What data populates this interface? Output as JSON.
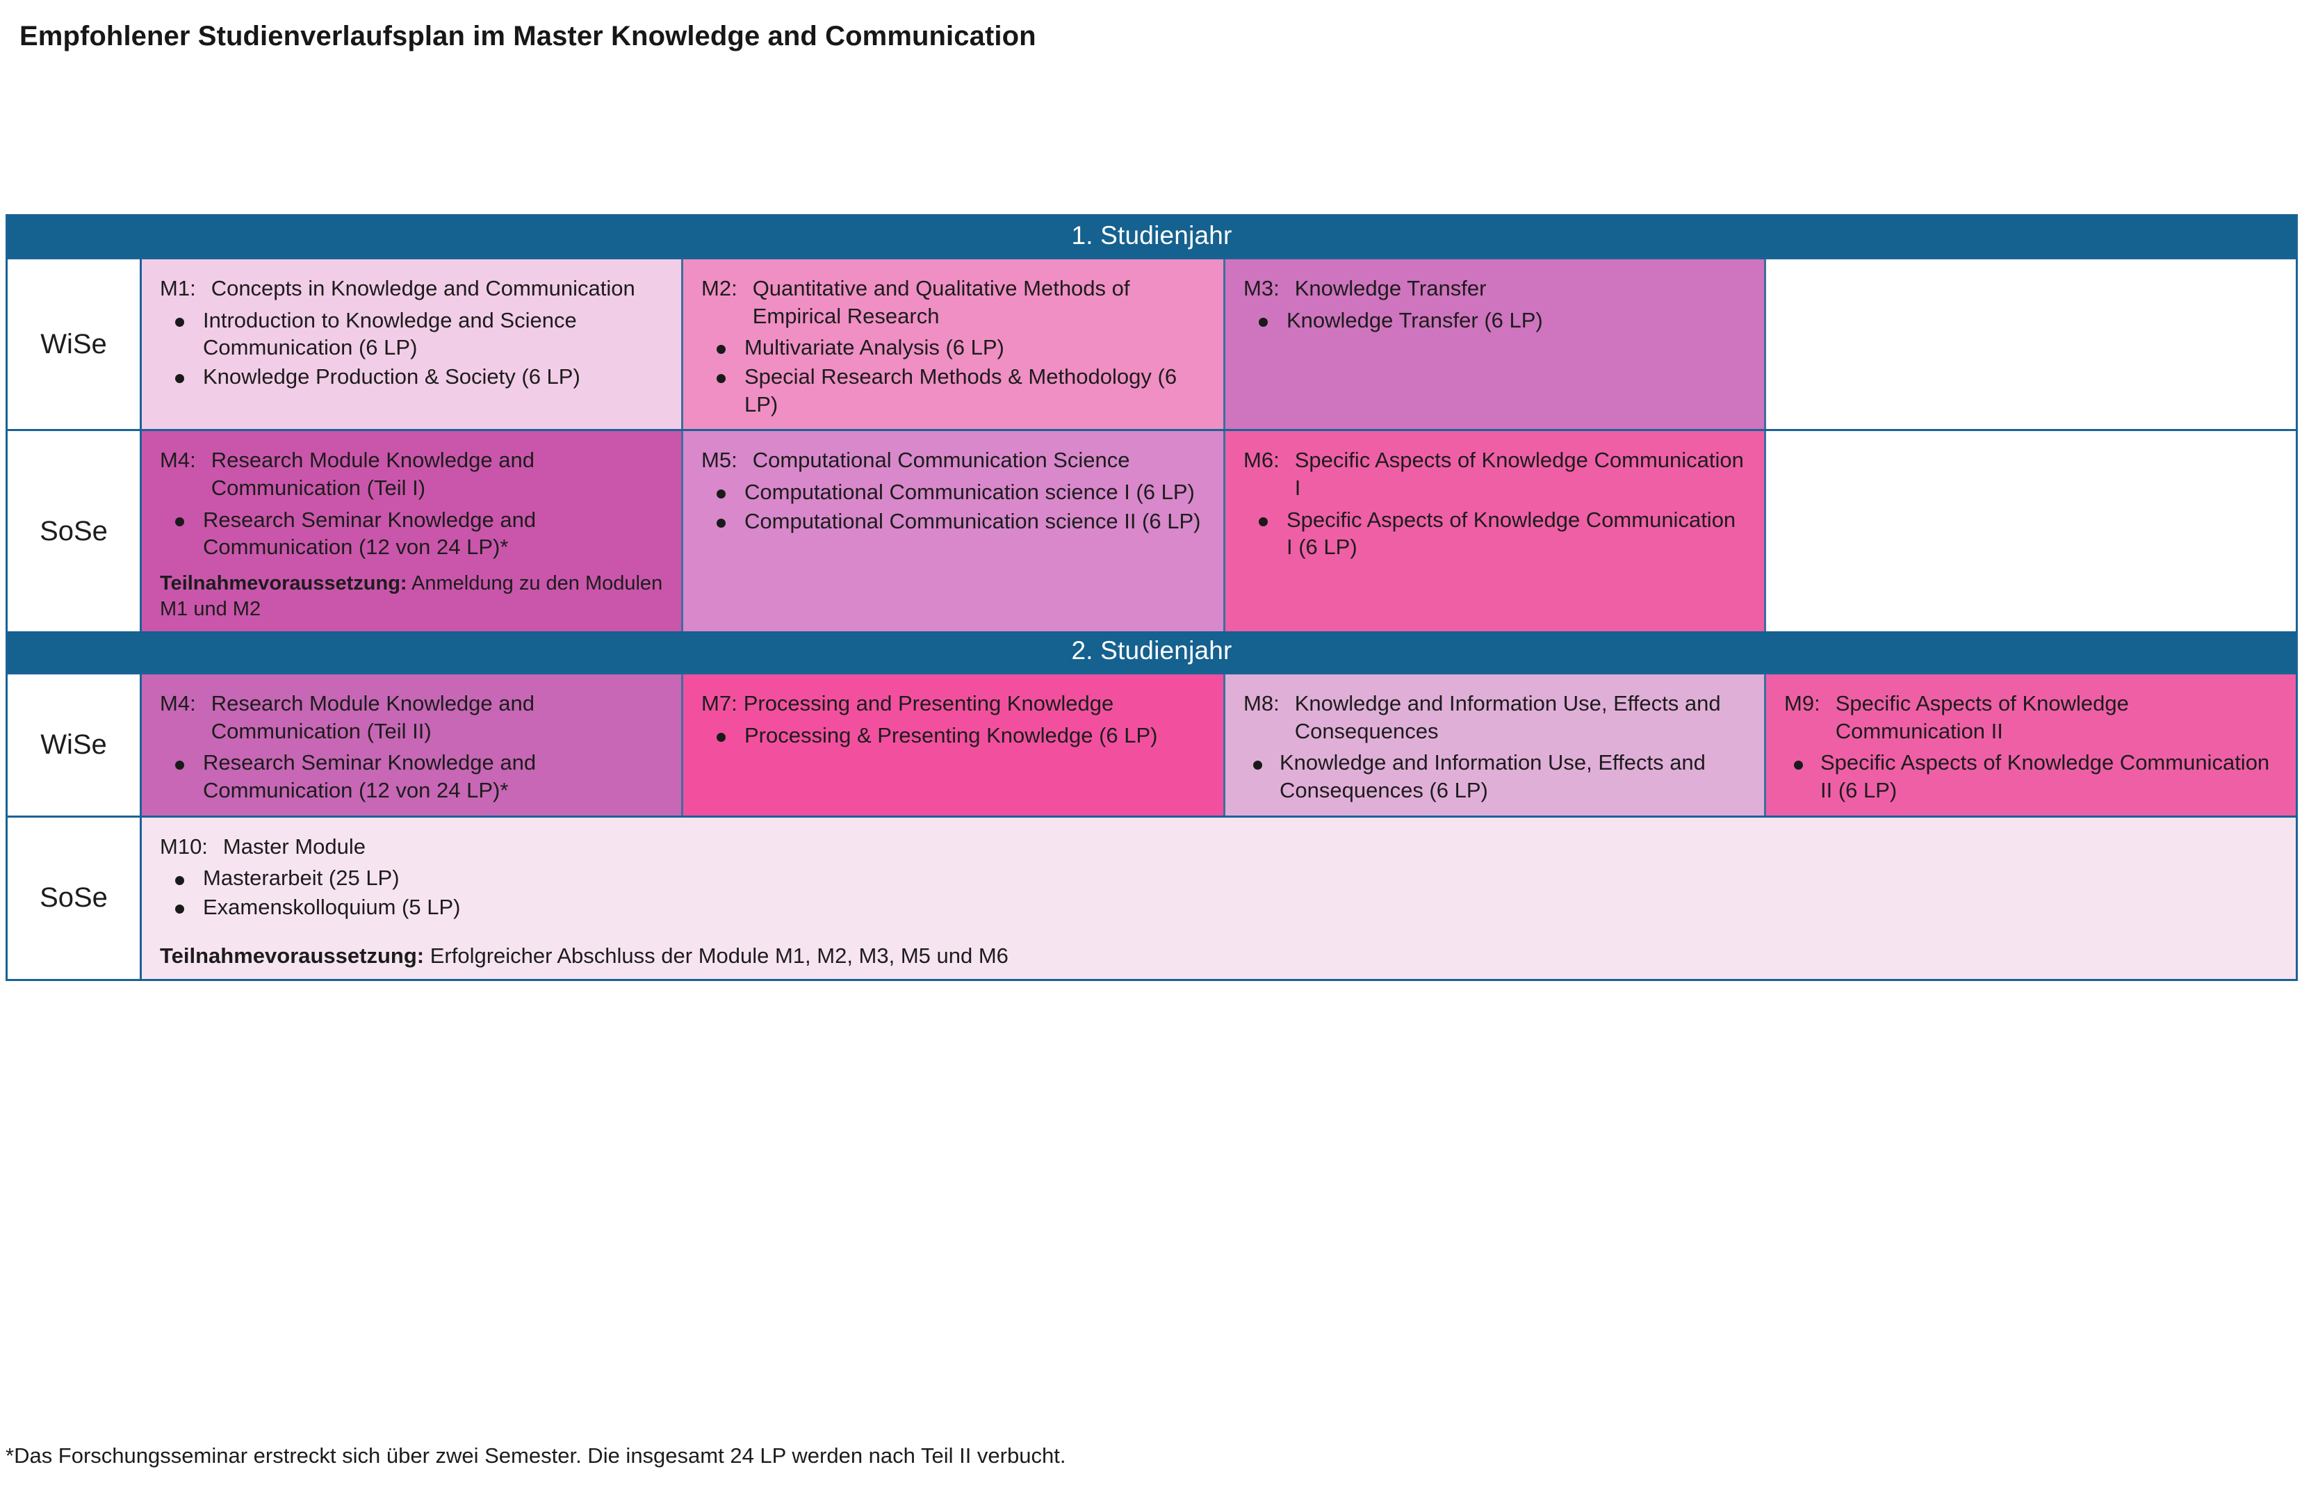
{
  "title": "Empfohlener Studienverlaufsplan im Master Knowledge and Communication",
  "colors": {
    "band_blue": "#15618f",
    "border_blue": "#1b6296",
    "cell_border": "#3d6f9e",
    "m1_bg": "#f2cde7",
    "m2_bg": "#f08fc4",
    "m3_bg": "#cf74be",
    "m4_bg": "#ca56ab",
    "m5_bg": "#d888cb",
    "m6_bg": "#ef5fa6",
    "m4b_bg": "#c767b5",
    "m7_bg": "#f2509f",
    "m8_bg": "#e0afd8",
    "m9_bg": "#ef5fa6",
    "m10_bg": "#f7e4f1"
  },
  "years": [
    {
      "band": "1. Studienjahr",
      "semesters": [
        {
          "label": "WiSe",
          "cells": [
            {
              "code": "M1:",
              "title": "Concepts in Knowledge and Communication",
              "bullets": [
                "Introduction to Knowledge and Science Communication (6 LP)",
                "Knowledge Production & Society (6 LP)"
              ],
              "note_bold": "",
              "note_rest": ""
            },
            {
              "code": "M2:",
              "title": "Quantitative and Qualitative Methods of Empirical Research",
              "bullets": [
                "Multivariate Analysis (6 LP)",
                "Special Research Methods & Methodology (6 LP)"
              ],
              "note_bold": "",
              "note_rest": ""
            },
            {
              "code": "M3:",
              "title": "Knowledge Transfer",
              "bullets": [
                "Knowledge Transfer  (6 LP)"
              ],
              "note_bold": "",
              "note_rest": ""
            },
            {
              "code": "",
              "title": "",
              "bullets": [],
              "note_bold": "",
              "note_rest": ""
            }
          ]
        },
        {
          "label": "SoSe",
          "cells": [
            {
              "code": "M4:",
              "title": "Research Module Knowledge and Communication (Teil I)",
              "bullets": [
                "Research Seminar Knowledge and Communication (12 von 24 LP)*"
              ],
              "note_bold": "Teilnahmevoraussetzung:",
              "note_rest": " Anmeldung zu den Modulen M1 und M2"
            },
            {
              "code": "M5:",
              "title": "Computational Communication Science",
              "bullets": [
                "Computational Communication science I (6 LP)",
                "Computational Communication science II (6 LP)"
              ],
              "note_bold": "",
              "note_rest": ""
            },
            {
              "code": "M6:",
              "title": "Specific Aspects of Knowledge Communication I",
              "bullets": [
                "Specific Aspects of Knowledge Communication I (6 LP)"
              ],
              "note_bold": "",
              "note_rest": ""
            },
            {
              "code": "",
              "title": "",
              "bullets": [],
              "note_bold": "",
              "note_rest": ""
            }
          ]
        }
      ]
    },
    {
      "band": "2. Studienjahr",
      "semesters": [
        {
          "label": "WiSe",
          "cells": [
            {
              "code": "M4:",
              "title": "Research Module Knowledge and Communication (Teil II)",
              "bullets": [
                "Research Seminar Knowledge and Communication (12 von 24 LP)*"
              ],
              "note_bold": "",
              "note_rest": ""
            },
            {
              "code": "M7:",
              "title": "Processing and Presenting Knowledge",
              "bullets": [
                "Processing & Presenting Knowledge (6 LP)"
              ],
              "note_bold": "",
              "note_rest": ""
            },
            {
              "code": "M8:",
              "title": "Knowledge and Information Use, Effects and Consequences",
              "bullets": [
                "Knowledge and Information Use, Effects and Consequences (6 LP)"
              ],
              "note_bold": "",
              "note_rest": ""
            },
            {
              "code": "M9:",
              "title": "Specific Aspects of Knowledge Communication II",
              "bullets": [
                "Specific Aspects of Knowledge Communication II (6 LP)"
              ],
              "note_bold": "",
              "note_rest": ""
            }
          ]
        },
        {
          "label": "SoSe",
          "cells": [
            {
              "code": "M10:",
              "title": "Master Module",
              "bullets": [
                "Masterarbeit (25 LP)",
                "Examenskolloquium (5 LP)"
              ],
              "note_bold": "Teilnahmevoraussetzung:",
              "note_rest": " Erfolgreicher Abschluss der Module M1, M2, M3, M5 und M6"
            }
          ]
        }
      ]
    }
  ],
  "footnote": "*Das Forschungsseminar erstreckt sich über zwei Semester. Die insgesamt 24 LP werden nach Teil II verbucht."
}
